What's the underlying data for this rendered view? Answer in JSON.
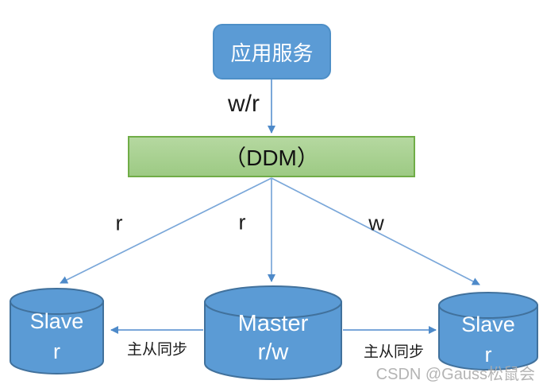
{
  "diagram": {
    "nodes": {
      "app": {
        "label": "应用服务"
      },
      "ddm": {
        "label": "（DDM）"
      },
      "slave_left": {
        "name": "Slave",
        "mode": "r"
      },
      "master": {
        "name": "Master",
        "mode": "r/w"
      },
      "slave_right": {
        "name": "Slave",
        "mode": "r"
      }
    },
    "edges": {
      "app_to_ddm": {
        "label": "w/r"
      },
      "ddm_to_slave_left": {
        "label": "r"
      },
      "ddm_to_master": {
        "label": "r"
      },
      "ddm_to_slave_right": {
        "label": "w"
      },
      "master_to_slave_left": {
        "label": "主从同步"
      },
      "master_to_slave_right": {
        "label": "主从同步"
      }
    },
    "watermark": "CSDN @Gauss松鼠会",
    "colors": {
      "node_blue": "#5B9BD5",
      "node_blue_border": "#41719C",
      "app_border": "#4E8FC7",
      "ddm_green_top": "#B5D8A0",
      "ddm_green_bottom": "#9DCA84",
      "ddm_green_border": "#70AD47",
      "arrow_blue": "#7AA7D9",
      "arrowhead_blue": "#4E8AC9",
      "label_black": "#1B1B1B",
      "watermark_gray": "#ACACAC"
    }
  }
}
